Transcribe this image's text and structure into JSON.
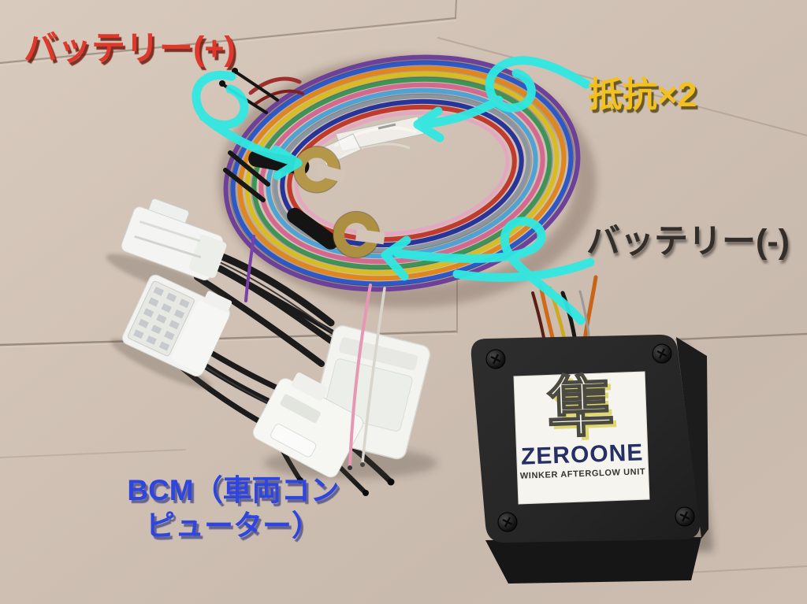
{
  "annotations": {
    "battery_plus": "バッテリー(+)",
    "resistor_x2": "抵抗×2",
    "battery_minus": "バッテリー(-)",
    "bcm_line1": "BCM（車両コン",
    "bcm_line2": "ピューター）"
  },
  "device_label": {
    "kanji": "隼",
    "brand": "ZEROONE",
    "product": "WINKER AFTERGLOW UNIT"
  },
  "colors": {
    "annotation_red": "#e0392c",
    "annotation_yellow": "#f2c11d",
    "annotation_dark": "#332e29",
    "annotation_blue": "#2f45e0",
    "arrow_cyan": "#2fe9e2",
    "brass_terminal": "#b5974a",
    "box_black": "#262626",
    "floor_wood": "#d2c3b6"
  }
}
